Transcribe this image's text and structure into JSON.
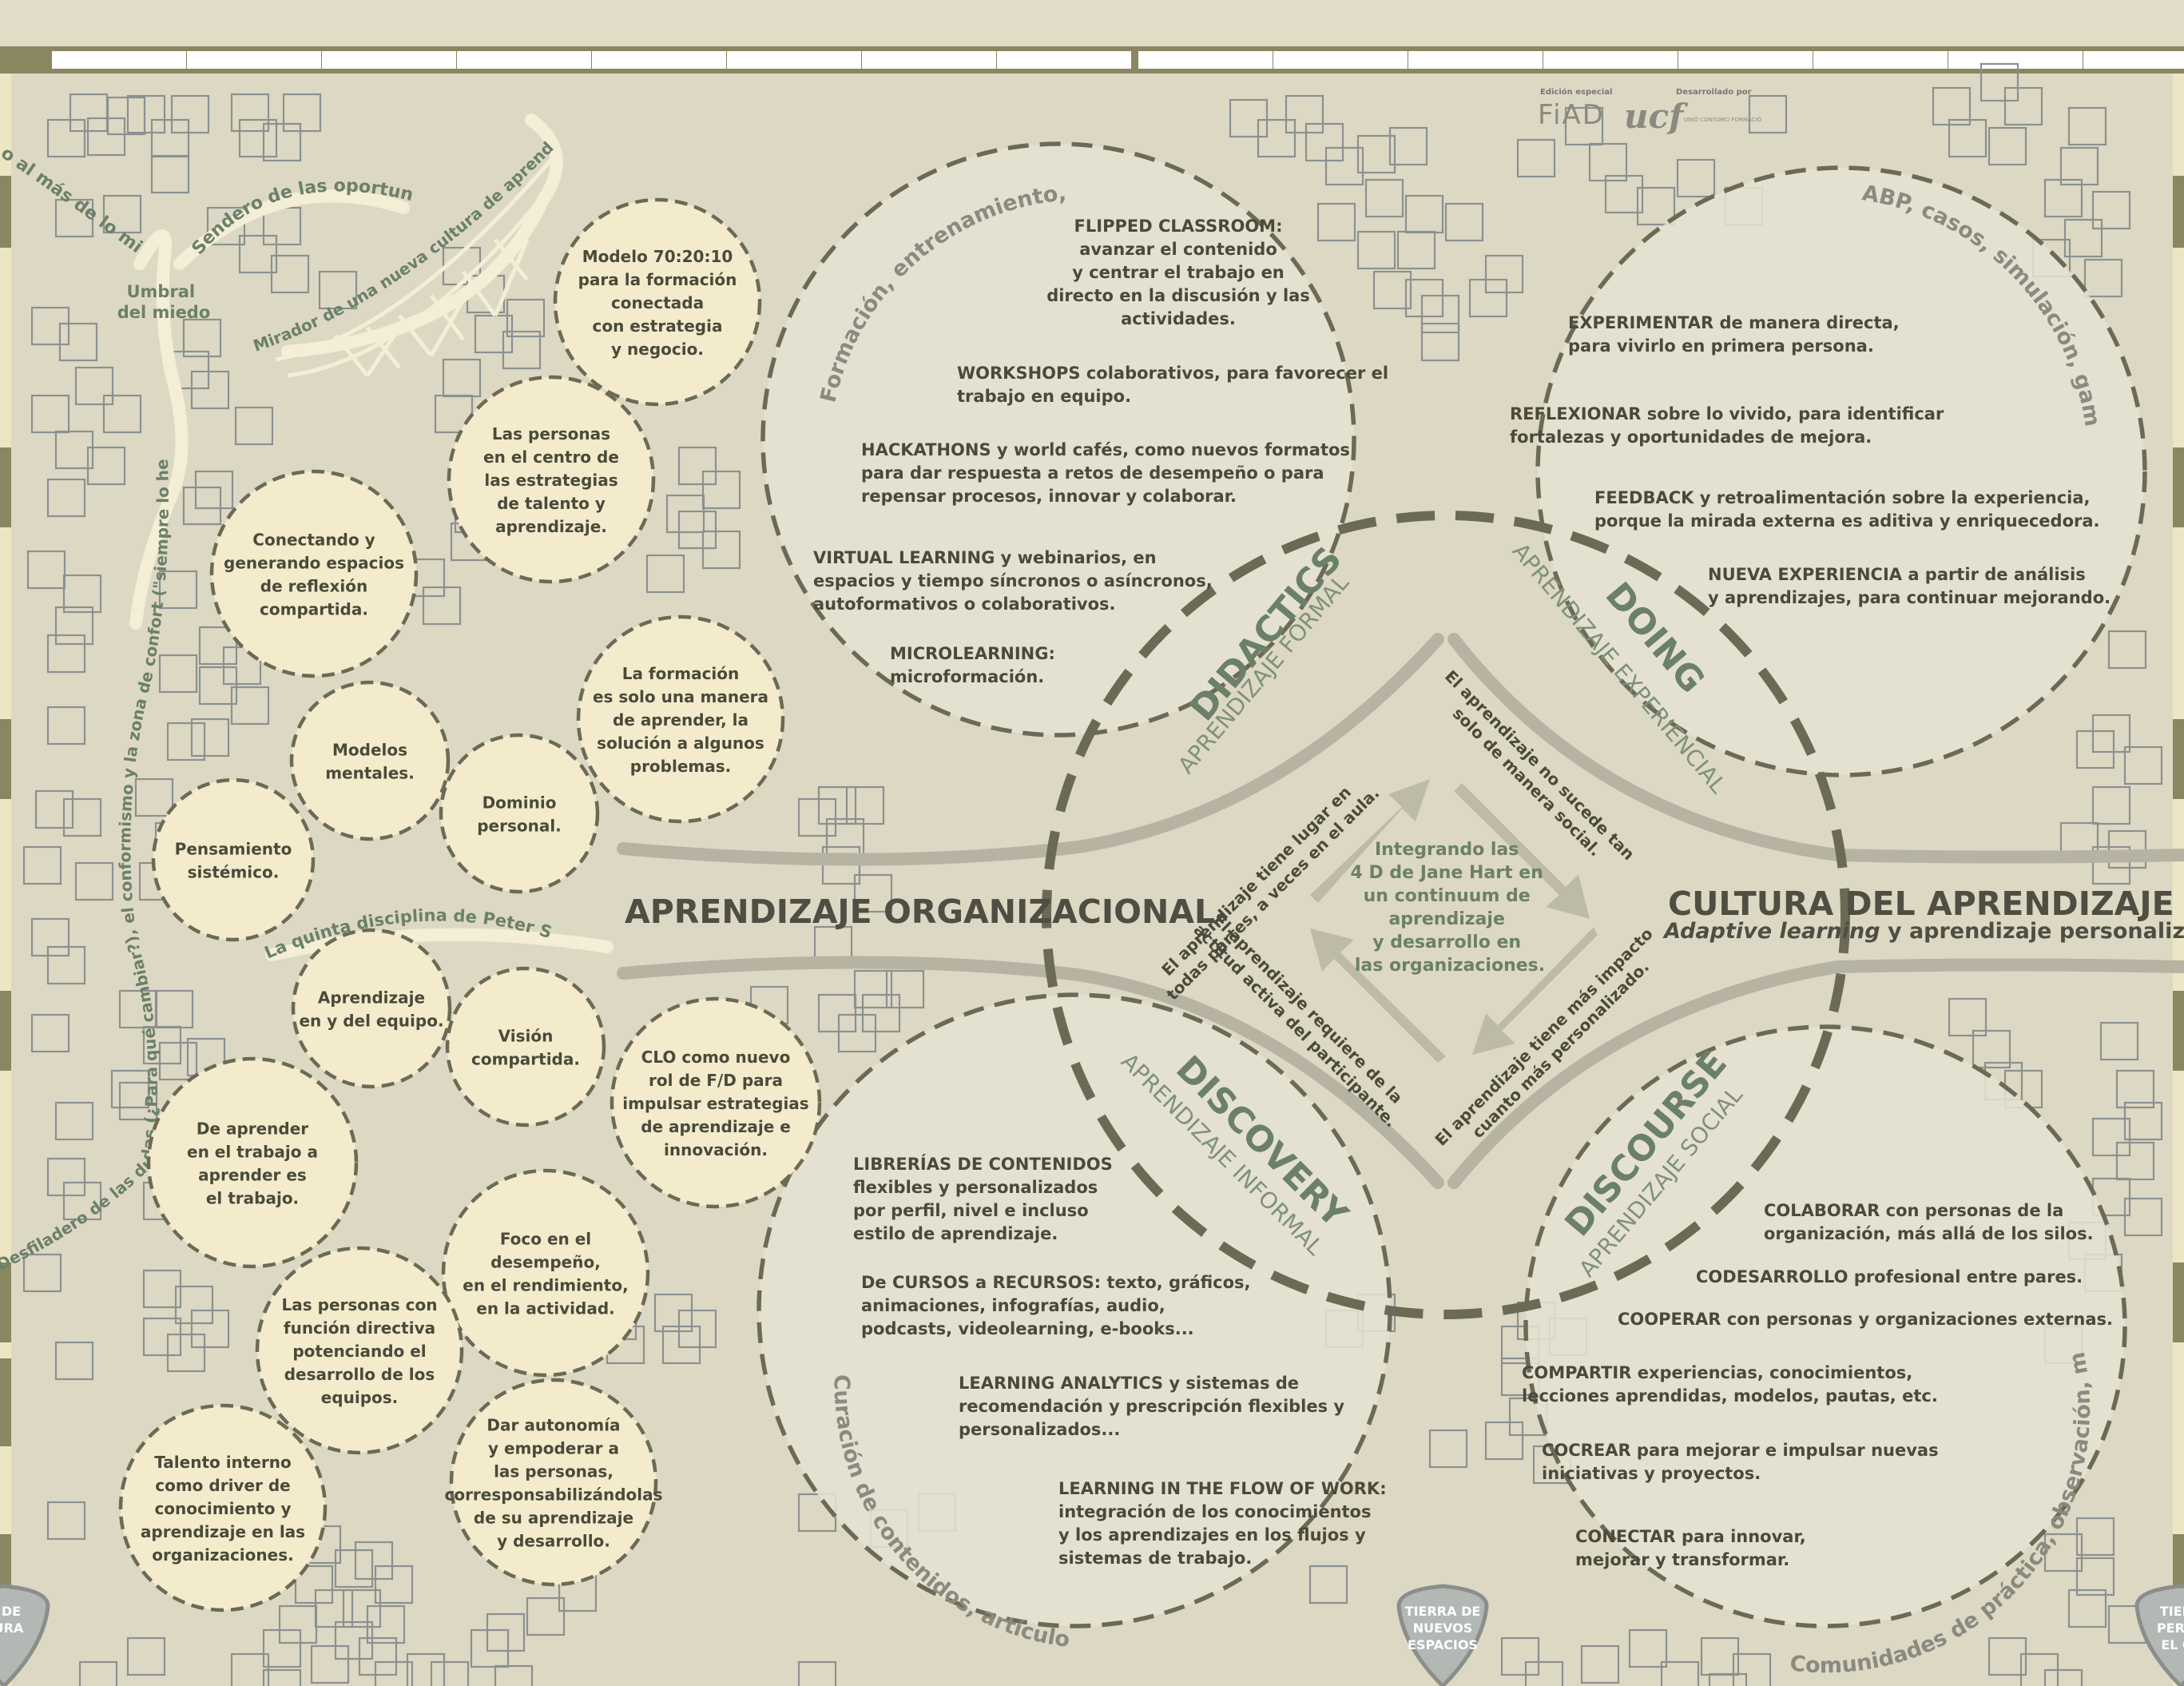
{
  "brand": {
    "edition": "Edición especial",
    "fiad": "FiAD",
    "developed_by": "Desarrollado por",
    "ucf": "ucf",
    "ucf_sub": "UNIÓ CONSORCI FORMACIÓ"
  },
  "path_labels": {
    "top_left": "o al más de lo mismo.",
    "opportunities": "Sendero de las oportunidades.",
    "fear": [
      "Umbral",
      "del miedo"
    ],
    "viewpoint": "Mirador de una nueva cultura de aprendizaje en las organizaciones.",
    "comfort": "Desfiladero de las dudas (¿Para qué cambiar?), el conformismo y la zona de confort (\"siempre lo hemos hecho así\").",
    "senge": "La quinta disciplina de Peter Senge."
  },
  "small_circles": [
    {
      "id": "c7020",
      "lines": [
        "Modelo 70:20:10",
        "para la formación",
        "conectada",
        "con estrategia",
        "y negocio."
      ]
    },
    {
      "id": "cpersonas",
      "lines": [
        "Las personas",
        "en el centro de",
        "las estrategias",
        "de talento y",
        "aprendizaje."
      ]
    },
    {
      "id": "cconect",
      "lines": [
        "Conectando y",
        "generando espacios",
        "de reflexión",
        "compartida."
      ]
    },
    {
      "id": "cformacion",
      "lines": [
        "La formación",
        "es solo una manera",
        "de aprender, la",
        "solución a algunos",
        "problemas."
      ]
    },
    {
      "id": "cmodelos",
      "lines": [
        "Modelos",
        "mentales."
      ]
    },
    {
      "id": "cdominio",
      "lines": [
        "Dominio",
        "personal."
      ]
    },
    {
      "id": "cpensam",
      "lines": [
        "Pensamiento",
        "sistémico."
      ]
    },
    {
      "id": "capreq",
      "lines": [
        "Aprendizaje",
        "en y del equipo."
      ]
    },
    {
      "id": "cvision",
      "lines": [
        "Visión",
        "compartida."
      ]
    },
    {
      "id": "cclo",
      "lines": [
        "CLO como nuevo",
        "rol de F/D para",
        "impulsar estrategias",
        "de aprendizaje e",
        "innovación."
      ]
    },
    {
      "id": "cdeaprender",
      "lines": [
        "De aprender",
        "en el trabajo a",
        "aprender es",
        "el trabajo."
      ]
    },
    {
      "id": "cfoco",
      "lines": [
        "Foco en el",
        "desempeño,",
        "en el rendimiento,",
        "en la actividad."
      ]
    },
    {
      "id": "cdirect",
      "lines": [
        "Las personas con",
        "función directiva",
        "potenciando el",
        "desarrollo de los",
        "equipos."
      ]
    },
    {
      "id": "cautonomia",
      "lines": [
        "Dar autonomía",
        "y empoderar a",
        "las personas,",
        "corresponsabilizándolas",
        "de su aprendizaje",
        "y desarrollo."
      ]
    },
    {
      "id": "ctalento",
      "lines": [
        "Talento interno",
        "como driver de",
        "conocimiento y",
        "aprendizaje en las",
        "organizaciones."
      ]
    }
  ],
  "main_titles": {
    "left": "APRENDIZAJE ORGANIZACIONAL",
    "right": "CULTURA DEL APRENDIZAJE",
    "right_sub_em": "Adaptive learning",
    "right_sub": " y aprendizaje personalizado"
  },
  "center": {
    "lines": [
      "Integrando las",
      "4 D de Jane Hart en",
      "un continuum de",
      "aprendizaje",
      "y desarrollo en",
      "las organizaciones."
    ],
    "arrows": {
      "tl": [
        "El aprendizaje tiene lugar en",
        "todas partes, a veces en el aula."
      ],
      "tr": [
        "El aprendizaje no sucede tan",
        "solo de manera social."
      ],
      "bl": [
        "El aprendizaje requiere de la",
        "actitud activa del participante."
      ],
      "br": [
        "El aprendizaje tiene más impacto",
        "cuanto más personalizado."
      ]
    }
  },
  "quadrants": {
    "didactics": {
      "title": "DIDACTICS",
      "sub": "APRENDIZAJE FORMAL",
      "arc": "Formación, entrenamiento, e-learning, virtual learning, etc.",
      "items": [
        [
          "FLIPPED CLASSROOM:",
          "avanzar el contenido",
          "y centrar el trabajo en",
          "directo en la discusión y las",
          "actividades."
        ],
        [
          "WORKSHOPS colaborativos, para favorecer el",
          "trabajo en equipo."
        ],
        [
          "HACKATHONS y world cafés, como nuevos formatos",
          "para dar respuesta a retos de desempeño o para",
          "repensar procesos, innovar y colaborar."
        ],
        [
          "VIRTUAL LEARNING y webinarios, en",
          "espacios y tiempo síncronos  o asíncronos,",
          "autoformativos o colaborativos."
        ],
        [
          "MICROLEARNING:",
          "microformación."
        ]
      ]
    },
    "doing": {
      "title": "DOING",
      "sub": "APRENDIZAJE EXPERIENCIAL",
      "arc": "ABP, casos, simulación, gamificación, RV, RA, realidad mixta, videoanálisis, etc.",
      "items": [
        [
          "EXPERIMENTAR de manera directa,",
          "para vivirlo en primera persona."
        ],
        [
          "REFLEXIONAR sobre lo vivido, para identificar",
          "fortalezas y oportunidades de mejora."
        ],
        [
          "FEEDBACK y retroalimentación sobre la experiencia,",
          "porque la mirada externa es aditiva y enriquecedora."
        ],
        [
          "NUEVA EXPERIENCIA a partir de análisis",
          "y aprendizajes, para continuar mejorando."
        ]
      ]
    },
    "discovery": {
      "title": "DISCOVERY",
      "sub": "APRENDIZAJE INFORMAL",
      "arc": "Curación de contenidos, artículos, vídeos, podcasts, blog posts, campañas de aprendizaje, etc.",
      "items": [
        [
          "LIBRERÍAS DE CONTENIDOS",
          "flexibles y personalizados",
          "por perfil, nivel e incluso",
          "estilo de aprendizaje."
        ],
        [
          "De CURSOS a RECURSOS: texto, gráficos,",
          "animaciones, infografías, audio,",
          "podcasts, videolearning, e-books..."
        ],
        [
          "LEARNING ANALYTICS y sistemas de",
          "recomendación y prescripción flexibles y",
          "personalizados..."
        ],
        [
          "LEARNING IN THE FLOW OF WORK:",
          "integración de los conocimientos",
          "y los aprendizajes en los flujos y",
          "sistemas de trabajo."
        ]
      ]
    },
    "discourse": {
      "title": "DISCOURSE",
      "sub": "APRENDIZAJE SOCIAL",
      "arc": "Comunidades de práctica, observación, mentorización, coaching, feedback, etc.",
      "items": [
        [
          "COLABORAR con personas de la",
          "organización, más allá de los silos."
        ],
        [
          "CODESARROLLO profesional entre pares."
        ],
        [
          "COOPERAR con personas y organizaciones externas."
        ],
        [
          "COMPARTIR experiencias, conocimientos,",
          "lecciones aprendidas, modelos, pautas, etc."
        ],
        [
          "COCREAR para mejorar e impulsar nuevas",
          "iniciativas y proyectos."
        ],
        [
          "CONECTAR para innovar,",
          "mejorar y transformar."
        ]
      ]
    }
  },
  "badges": {
    "left": [
      "A DE",
      "TURA"
    ],
    "center": [
      "TIERRA DE",
      "NUEVOS",
      "ESPACIOS"
    ],
    "right": [
      "TIERR",
      "PERSO",
      "EL CE"
    ]
  },
  "colors": {
    "bg": "#ddd8c4",
    "circle_fill": "#e6e3d3",
    "small_fill": "#f3ebcc",
    "border": "#6b6b55",
    "olive": "#8a8660",
    "green": "#6b8068",
    "grey_text": "#8a8a80",
    "road": "#bdb9a8"
  }
}
